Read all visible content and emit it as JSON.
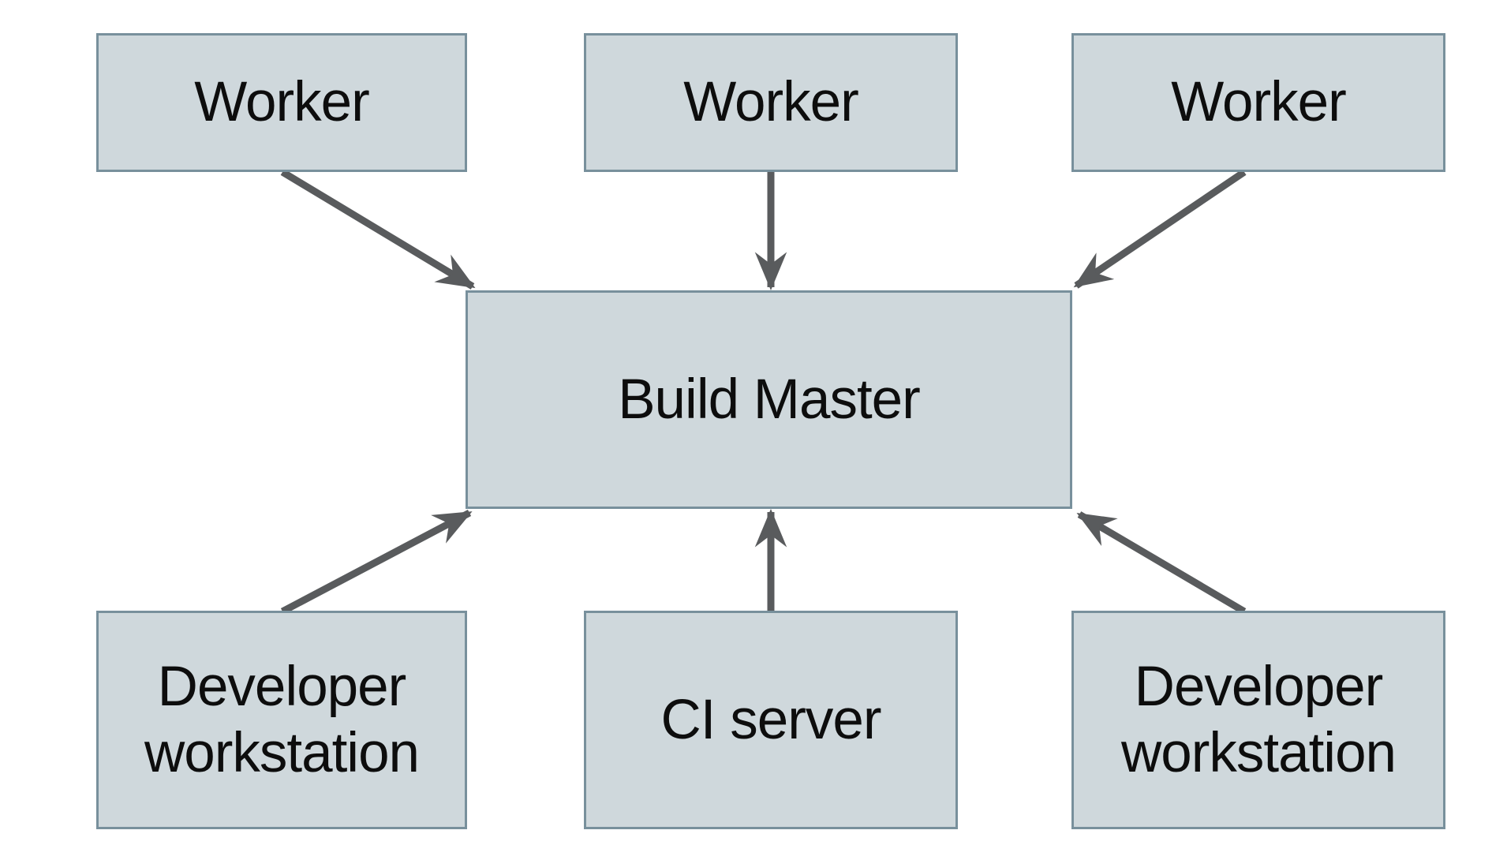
{
  "diagram": {
    "colors": {
      "background": "#ffffff",
      "node_fill": "#cfd8dc",
      "node_border": "#78909c",
      "arrow": "#595b5d",
      "text": "#0d0d0d"
    },
    "nodes": [
      {
        "id": "worker-1",
        "label": "Worker"
      },
      {
        "id": "worker-2",
        "label": "Worker"
      },
      {
        "id": "worker-3",
        "label": "Worker"
      },
      {
        "id": "build-master",
        "label": "Build Master"
      },
      {
        "id": "dev-workstation-left",
        "label": "Developer workstation"
      },
      {
        "id": "ci-server",
        "label": "CI server"
      },
      {
        "id": "dev-workstation-right",
        "label": "Developer workstation"
      }
    ],
    "edges": [
      {
        "from": "worker-1",
        "to": "build-master"
      },
      {
        "from": "worker-2",
        "to": "build-master"
      },
      {
        "from": "worker-3",
        "to": "build-master"
      },
      {
        "from": "dev-workstation-left",
        "to": "build-master"
      },
      {
        "from": "ci-server",
        "to": "build-master"
      },
      {
        "from": "dev-workstation-right",
        "to": "build-master"
      }
    ]
  }
}
